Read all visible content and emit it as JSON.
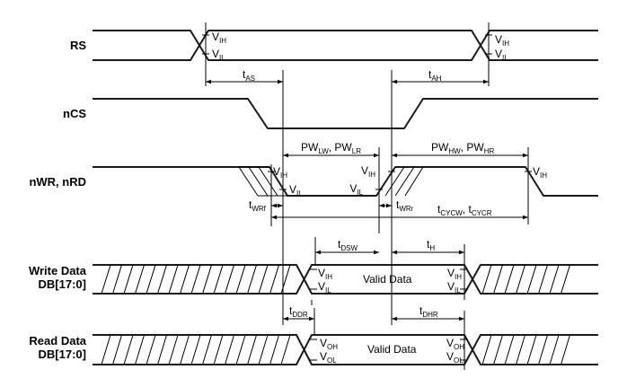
{
  "diagram": {
    "type": "timing-diagram",
    "signals": [
      {
        "id": "rs",
        "label": "RS"
      },
      {
        "id": "ncs",
        "label": "nCS"
      },
      {
        "id": "nwr",
        "label": "nWR, nRD"
      },
      {
        "id": "wdata",
        "label_line1": "Write Data",
        "label_line2": "DB[17:0]"
      },
      {
        "id": "rdata",
        "label_line1": "Read Data",
        "label_line2": "DB[17:0]"
      }
    ],
    "thresholds": {
      "vih": {
        "base": "V",
        "sub": "IH"
      },
      "vil": {
        "base": "V",
        "sub": "IL"
      },
      "voh": {
        "base": "V",
        "sub": "OH"
      },
      "vol": {
        "base": "V",
        "sub": "OL"
      }
    },
    "parameters": {
      "t_as": {
        "base": "t",
        "sub": "AS"
      },
      "t_ah": {
        "base": "t",
        "sub": "AH"
      },
      "pw_low": {
        "a_base": "PW",
        "a_sub": "LW",
        "sep": ", ",
        "b_base": "PW",
        "b_sub": "LR"
      },
      "pw_high": {
        "a_base": "PW",
        "a_sub": "HW",
        "sep": ", ",
        "b_base": "PW",
        "b_sub": "HR"
      },
      "t_wrf": {
        "base": "t",
        "sub": "WRf"
      },
      "t_wrr": {
        "base": "t",
        "sub": "WRr"
      },
      "t_cyc": {
        "a_base": "t",
        "a_sub": "CYCW",
        "sep": ", ",
        "b_base": "t",
        "b_sub": "CYCR"
      },
      "t_dsw": {
        "base": "t",
        "sub": "DSW"
      },
      "t_h": {
        "base": "t",
        "sub": "H"
      },
      "t_ddr": {
        "base": "t",
        "sub": "DDR"
      },
      "t_dhr": {
        "base": "t",
        "sub": "DHR"
      }
    },
    "valid_data_label": "Valid Data"
  }
}
